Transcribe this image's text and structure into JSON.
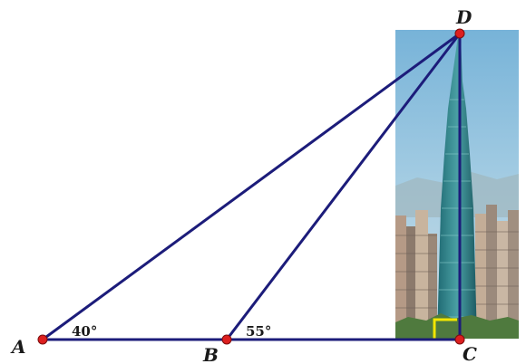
{
  "points": {
    "A": "A",
    "B": "B",
    "C": "C",
    "D": "D"
  },
  "angles": {
    "A": "40°",
    "B": "55°"
  },
  "colors": {
    "line": "#1c1c7a",
    "point": "#dd1f1f",
    "right_angle_marker": "#f2e600"
  },
  "photo": {
    "subject": "skyscraper-photo"
  }
}
